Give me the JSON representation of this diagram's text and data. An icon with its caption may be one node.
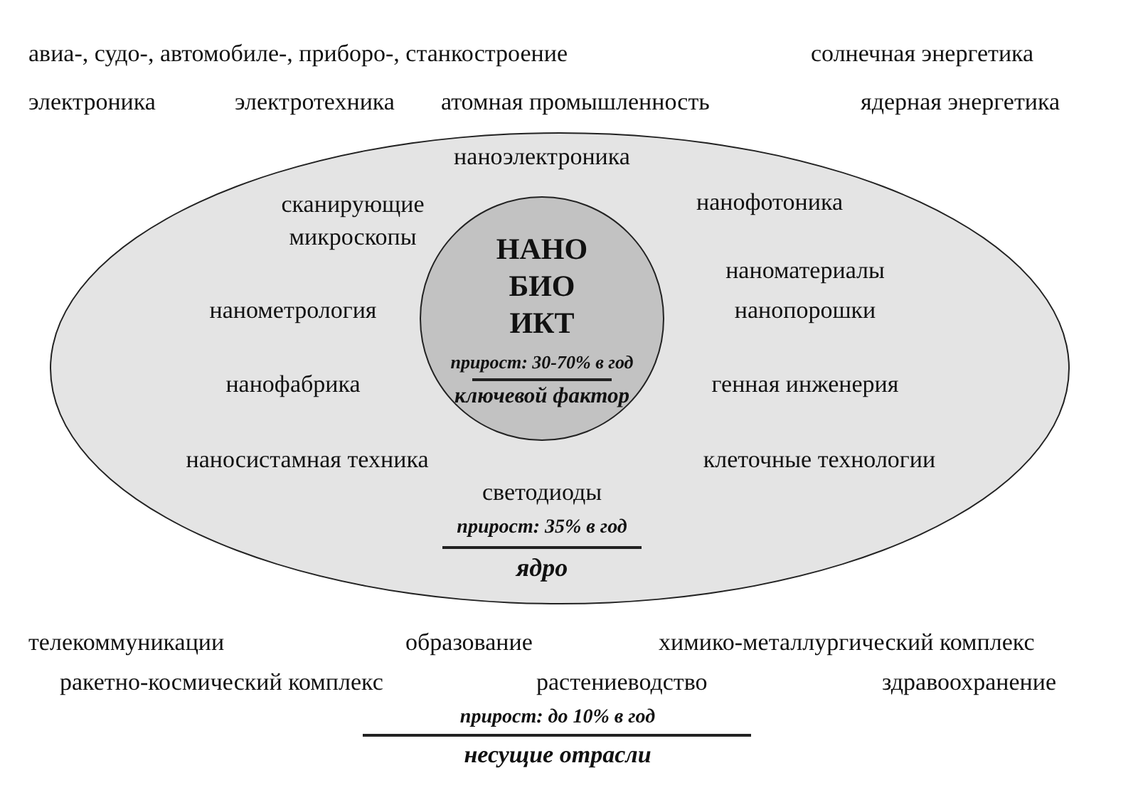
{
  "diagram": {
    "nodes": [
      {
        "text": [
          "наноэлектроника",
          "сканирующие микроскопы",
          "нанофотоника",
          "нанометрология",
          "наноматериалы",
          "нанопорошки",
          "нанофабрика",
          "генная инженерия",
          "наносистамная техника",
          "клеточные технологии",
          "светодиоды",
          "прирост: 35% в год",
          "ядро"
        ]
      },
      {
        "text": [
          "НАНО",
          "БИО",
          "ИКТ",
          "прирост: 30-70% в год",
          "ключевой фактор"
        ],
        "in": 0
      }
    ],
    "labels": [
      "авиа-, судо-, автомобиле-, приборо-, станкостроение",
      "солнечная энергетика",
      "электроника",
      "электротехника",
      "атомная промышленность",
      "ядерная энергетика",
      "телекоммуникации",
      "образование",
      "химико-металлургический комплекс",
      "ракетно-космический комплекс",
      "растениеводство",
      "здравоохранение",
      "прирост: до 10% в год",
      "несущие отрасли"
    ]
  }
}
